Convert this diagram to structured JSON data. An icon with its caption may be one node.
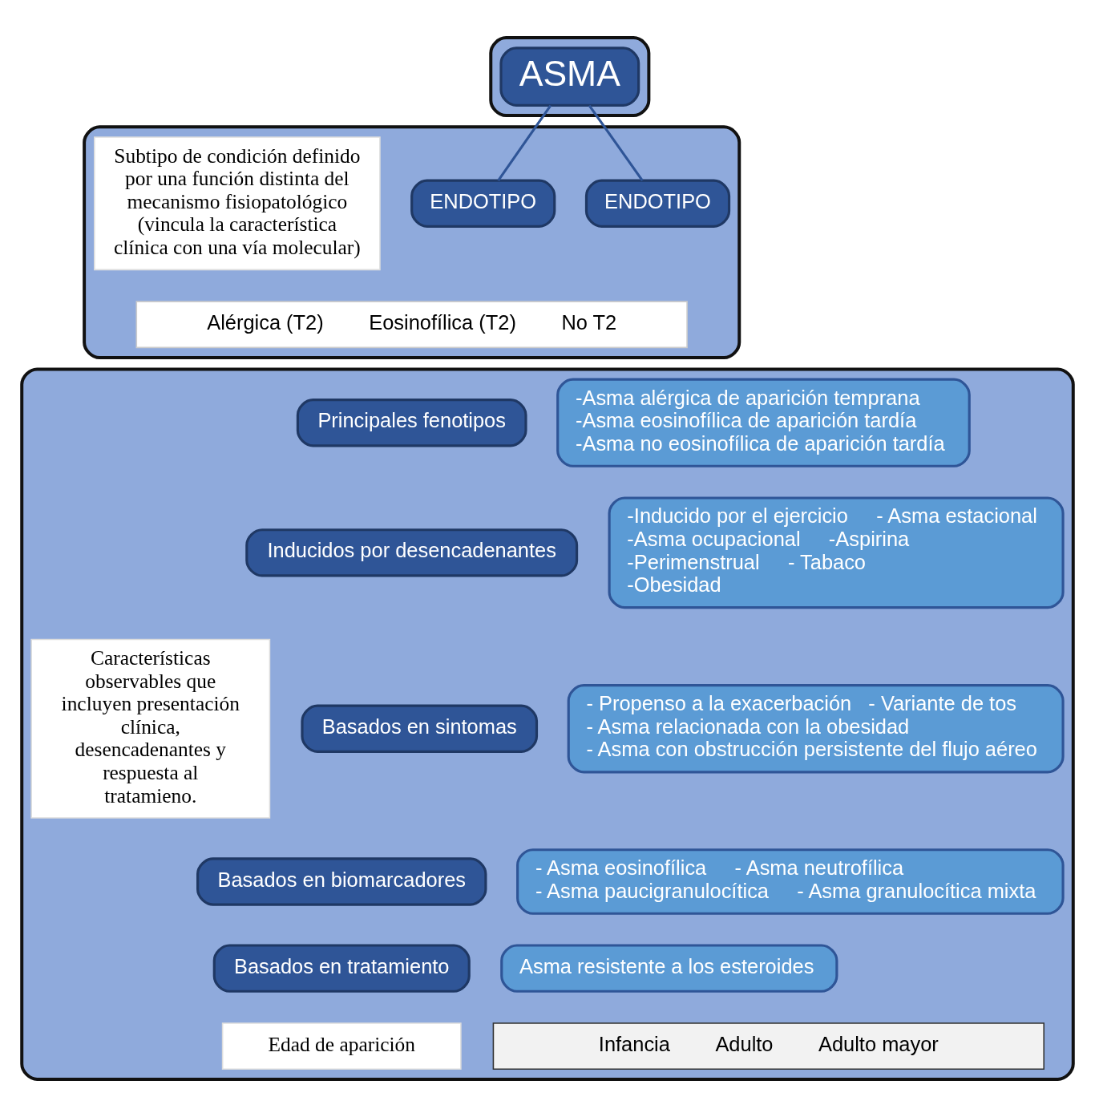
{
  "diagram": {
    "nodes": [
      {
        "text": [],
        "shape": "box"
      },
      {
        "text": [
          "ASMA"
        ],
        "in": 0
      },
      {
        "text": [],
        "shape": "box"
      },
      {
        "text": [
          "Subtipo de condición definido por una función distinta del mecanismo fisiopatológico (vincula la característica clínica con una vía molecular)"
        ],
        "in": 2
      },
      {
        "text": [
          "ENDOTIPO"
        ],
        "in": 2
      },
      {
        "text": [
          "ENDOTIPO"
        ],
        "in": 2
      },
      {
        "text": [
          "Alérgica (T2)",
          "Eosinofílica (T2)",
          "No T2"
        ],
        "in": 2
      },
      {
        "text": [],
        "shape": "box"
      },
      {
        "text": [
          "Características observables que incluyen presentación clínica, desencadenantes y respuesta al tratamieno."
        ],
        "in": 7
      },
      {
        "text": [
          "Principales fenotipos"
        ],
        "in": 7
      },
      {
        "text": [
          "-Asma alérgica de aparición temprana",
          "-Asma eosinofílica de aparición tardía",
          "-Asma no eosinofílica de aparición tardía"
        ],
        "in": 7
      },
      {
        "text": [
          "Inducidos por desencadenantes"
        ],
        "in": 7
      },
      {
        "text": [
          "-Inducido por el ejercicio",
          "- Asma estacional",
          "-Asma ocupacional",
          "-Aspirina",
          "-Perimenstrual",
          "- Tabaco",
          "-Obesidad"
        ],
        "in": 7
      },
      {
        "text": [
          "Basados en sintomas"
        ],
        "in": 7
      },
      {
        "text": [
          "- Propenso a la exacerbación",
          "- Variante de tos",
          "- Asma relacionada con la obesidad",
          "- Asma con obstrucción persistente del flujo aéreo"
        ],
        "in": 7
      },
      {
        "text": [
          "Basados en biomarcadores"
        ],
        "in": 7
      },
      {
        "text": [
          "- Asma eosinofílica",
          "- Asma neutrofílica",
          "- Asma paucigranulocítica",
          "- Asma granulocítica mixta"
        ],
        "in": 7
      },
      {
        "text": [
          "Basados en tratamiento"
        ],
        "in": 7
      },
      {
        "text": [
          "Asma resistente a los esteroides"
        ],
        "in": 7
      },
      {
        "text": [
          "Edad de aparición"
        ],
        "in": 7
      },
      {
        "text": [
          "Infancia",
          "Adulto",
          "Adulto mayor"
        ],
        "in": 7
      }
    ],
    "edges": [
      {
        "from": 1,
        "to": 4,
        "arrow": "none"
      },
      {
        "from": 1,
        "to": 5,
        "arrow": "none"
      }
    ]
  }
}
